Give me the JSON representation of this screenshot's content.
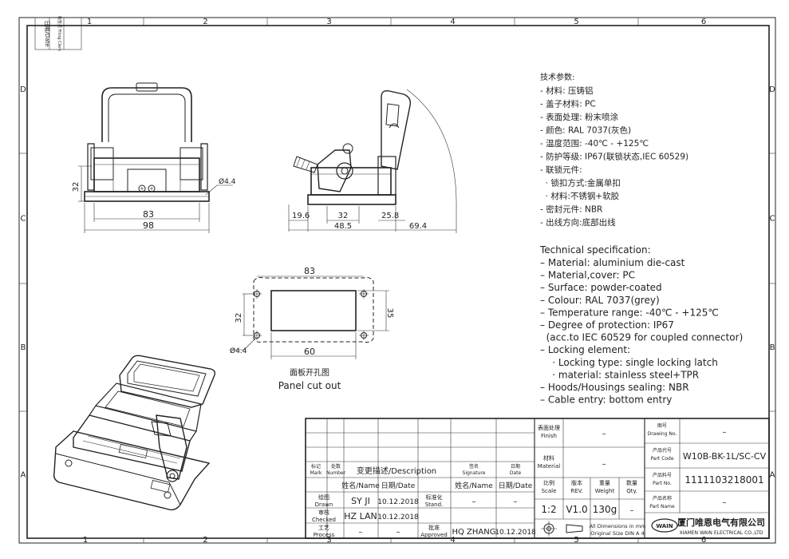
{
  "border": {
    "grid_cols": [
      "1",
      "2",
      "3",
      "4",
      "5",
      "6"
    ],
    "grid_rows": [
      "D",
      "C",
      "B",
      "A"
    ],
    "side_labels": [
      "日期/Date",
      "标签员 Filing Clerk"
    ]
  },
  "dims_front": {
    "h32": "32",
    "w83": "83",
    "w98": "98",
    "hole": "Ø4.4"
  },
  "dims_side": {
    "a": "19.6",
    "b": "32",
    "c": "25.8",
    "d": "48.5",
    "e": "69.4"
  },
  "cutout": {
    "w83": "83",
    "h32": "32",
    "h35": "35",
    "w60": "60",
    "hole": "Ø4.4",
    "caption_cn": "面板开孔图",
    "caption_en": "Panel cut out"
  },
  "spec_cn": {
    "title": "技术参数:",
    "lines": [
      "- 材料: 压铸铝",
      "- 盖子材料: PC",
      "- 表面处理: 粉末喷涂",
      "- 颜色: RAL 7037(灰色)",
      "- 温度范围: -40℃ - +125℃",
      "- 防护等级: IP67(联锁状态,IEC 60529)",
      "- 联锁元件:",
      "  · 锁扣方式:金属单扣",
      "  · 材料:不锈钢+软胶",
      "- 密封元件: NBR",
      "- 出线方向:底部出线"
    ]
  },
  "spec_en": {
    "title": "Technical specification:",
    "lines": [
      "– Material: aluminium die-cast",
      "– Material,cover: PC",
      "– Surface: powder-coated",
      "– Colour: RAL 7037(grey)",
      "– Temperature range: -40℃ - +125℃",
      "– Degree of protection: IP67",
      "  (acc.to IEC 60529 for coupled connector)",
      "– Locking element:",
      "    · Locking type: single locking latch",
      "    · material: stainless steel+TPR",
      "– Hoods/Housings sealing: NBR",
      "– Cable entry: bottom entry"
    ]
  },
  "title_block": {
    "rev_mark": "标记\nMark",
    "rev_number": "处数\nNumber",
    "rev_desc": "变更描述/Description",
    "rev_sign": "签名\nSignature",
    "rev_date": "日期\nDate",
    "name_hdr": "姓名/Name",
    "date_hdr": "日期/Date",
    "std_hdr": "标准化\nStand.",
    "name_hdr2": "姓名/Name",
    "date_hdr2": "日期/Date",
    "drawn_lbl": "绘图\nDrawn",
    "drawn_name": "SY JI",
    "drawn_date": "10.12.2018",
    "std_name": "–",
    "std_date": "–",
    "checked_lbl": "审核\nChecked",
    "checked_name": "HZ LAN",
    "checked_date": "10.12.2018",
    "process_lbl": "工艺\nProcess",
    "process_name": "–",
    "process_date": "–",
    "approved_lbl": "批准\nApproved",
    "approved_name": "HQ ZHANG",
    "approved_date": "10.12.2018",
    "finish_lbl": "表面处理\nFinish",
    "finish_val": "–",
    "material_lbl": "材料\nMaterial",
    "material_val": "–",
    "scale_lbl": "比例\nScale",
    "scale_val": "1:2",
    "rev_lbl": "版本\nREV.",
    "rev_val": "V1.0",
    "weight_lbl": "重量\nWeight",
    "weight_val": "130g",
    "qty_lbl": "数量\nQty.",
    "qty_val": "–",
    "dims_note1": "All Dimensions in mm",
    "dims_note2": "Original Size DIN A 4",
    "drawing_no_lbl": "图号\nDrawing No.",
    "drawing_no_val": "–",
    "part_code_lbl": "产品代号\nPart Code",
    "part_code_val": "W10B-BK-1L/SC-CV",
    "part_no_lbl": "产品料号\nPart No.",
    "part_no_val": "1111103218001",
    "part_name_lbl": "产品名称\nPart Name",
    "part_name_val": "–",
    "logo_text": "WAIN",
    "company_cn": "厦门唯恩电气有限公司",
    "company_en": "XIAMEN WAIN ELECTRICAL CO.,LTD"
  }
}
